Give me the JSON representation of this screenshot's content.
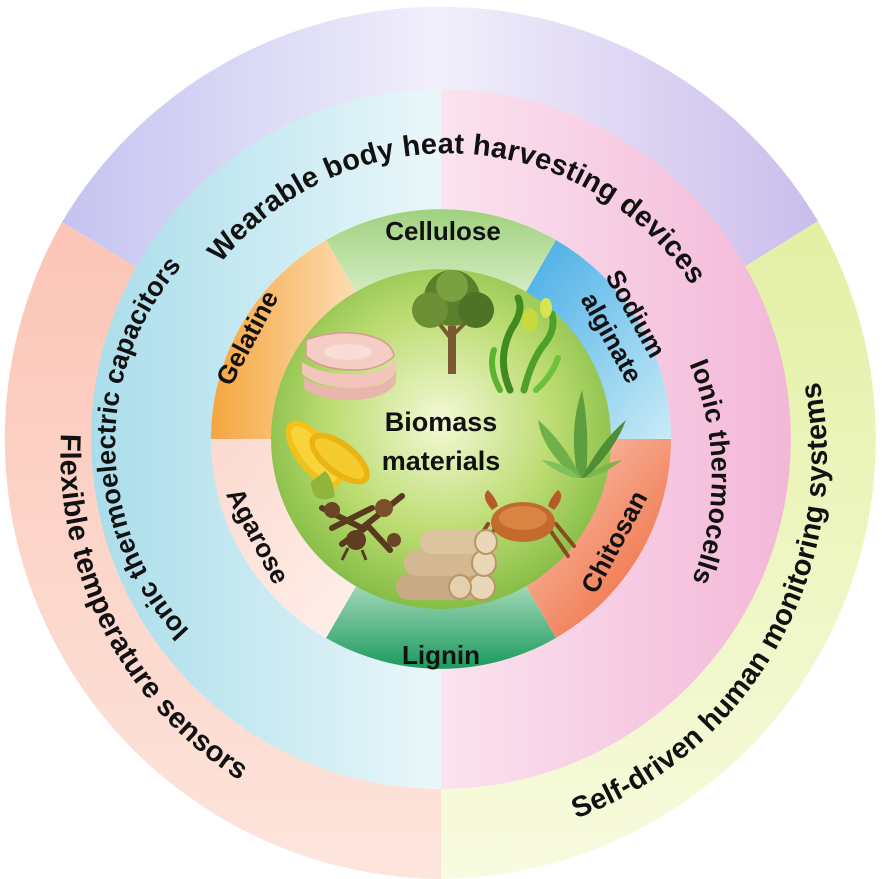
{
  "center": {
    "line1": "Biomass",
    "line2": "materials"
  },
  "outer_ring": [
    {
      "label": "Wearable body heat harvesting devices",
      "color": "#c9c2ee"
    },
    {
      "label": "Self-driven human monitoring systems",
      "color": "#eef4b8"
    },
    {
      "label": "Flexible temperature sensors",
      "color": "#fbcfc4"
    }
  ],
  "middle_ring": [
    {
      "label": "Ionic thermoelectric capacitors",
      "color": "#bfe7ef"
    },
    {
      "label": "Ionic thermocells",
      "color": "#f6c3df"
    }
  ],
  "inner_ring": [
    {
      "label": "Cellulose",
      "color": "#a9d98a"
    },
    {
      "label": "Sodium",
      "label2": "alginate",
      "color": "#6cc2ea"
    },
    {
      "label": "Chitosan",
      "color": "#f0835a"
    },
    {
      "label": "Lignin",
      "color": "#3daa6e"
    },
    {
      "label": "Agarose",
      "color": "#fce3dc"
    },
    {
      "label": "Gelatine",
      "color": "#f7b55c"
    }
  ],
  "icons": [
    "ham-slices-icon",
    "tree-icon",
    "seaweed-icon",
    "corn-icon",
    "aloe-vera-icon",
    "crab-icon",
    "dried-root-icon",
    "wood-logs-icon"
  ]
}
